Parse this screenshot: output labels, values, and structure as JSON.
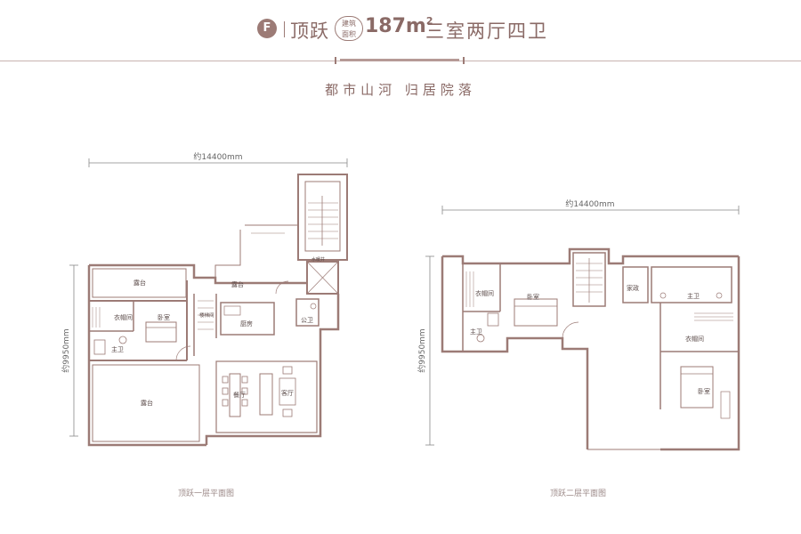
{
  "header": {
    "badge": "F",
    "type": "顶跃",
    "stamp_line1": "建筑",
    "stamp_line2": "面积",
    "area": "187m",
    "area_sup": "2",
    "rooms": "三室两厅四卫"
  },
  "slogan": "都市山河  归居院落",
  "dimension_width": "约14400mm",
  "dimension_depth": "约9950mm",
  "floor1": {
    "caption": "顶跃一层平面图",
    "rooms": {
      "terrace_top": "露台",
      "wardrobe": "衣帽间",
      "bedroom": "卧室",
      "master_bath": "主卫",
      "terrace_big": "露台",
      "stair": "楼梯间",
      "terrace_mid": "露台",
      "kitchen": "厨房",
      "public_bath": "公卫",
      "water_well": "水暖井",
      "dining": "餐厅",
      "living": "客厅"
    }
  },
  "floor2": {
    "caption": "顶跃二层平面图",
    "rooms": {
      "wardrobe_a": "衣帽间",
      "bedroom_a": "卧室",
      "master_bath_a": "主卫",
      "family": "家政",
      "master_bath_b": "主卫",
      "wardrobe_b": "衣帽间",
      "bedroom_b": "卧室"
    }
  }
}
